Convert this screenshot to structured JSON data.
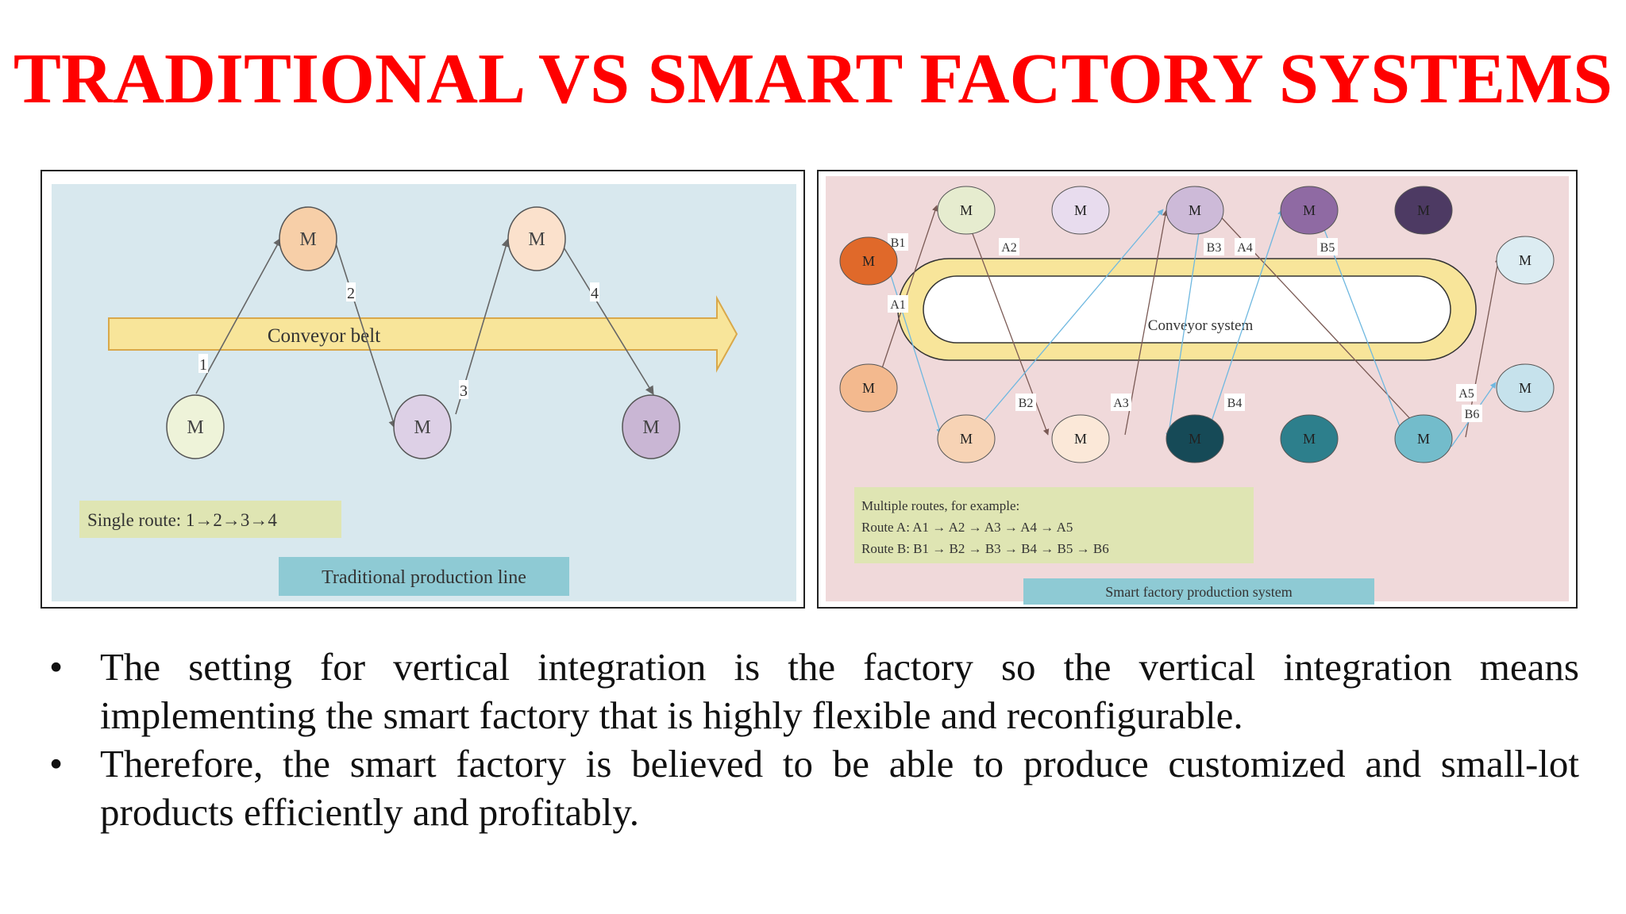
{
  "slide": {
    "title": "TRADITIONAL VS SMART FACTORY SYSTEMS"
  },
  "traditional": {
    "machine_label": "M",
    "conveyor_label": "Conveyor belt",
    "step_labels": [
      "1",
      "2",
      "3",
      "4"
    ],
    "route_text": "Single route: 1→2→3→4",
    "caption": "Traditional production line"
  },
  "smart": {
    "machine_label": "M",
    "conveyor_label": "Conveyor system",
    "route_labels": [
      "A1",
      "A2",
      "A3",
      "A4",
      "A5",
      "B1",
      "B2",
      "B3",
      "B4",
      "B5",
      "B6"
    ],
    "legend_heading": "Multiple routes, for example:",
    "route_a": "Route A: A1 → A2 → A3 → A4 → A5",
    "route_b": "Route B: B1 → B2 → B3 → B4 → B5 → B6",
    "caption": "Smart factory production system"
  },
  "bullets": [
    "The setting for vertical integration is the factory so the vertical integration means implementing the smart factory that is highly flexible and reconfigurable.",
    "Therefore, the smart factory is believed to be able to produce customized and small-lot products efficiently and profitably."
  ],
  "colors": {
    "title": "#ff0000",
    "traditional_background": "#d8e8ee",
    "smart_background": "#f0d9da",
    "conveyor": "#f8e59a",
    "caption_box": "#8ecad4",
    "legend_box": "#dfe5b3",
    "route_a_arrow": "#7a5a55",
    "route_b_arrow": "#6fb8e0"
  }
}
